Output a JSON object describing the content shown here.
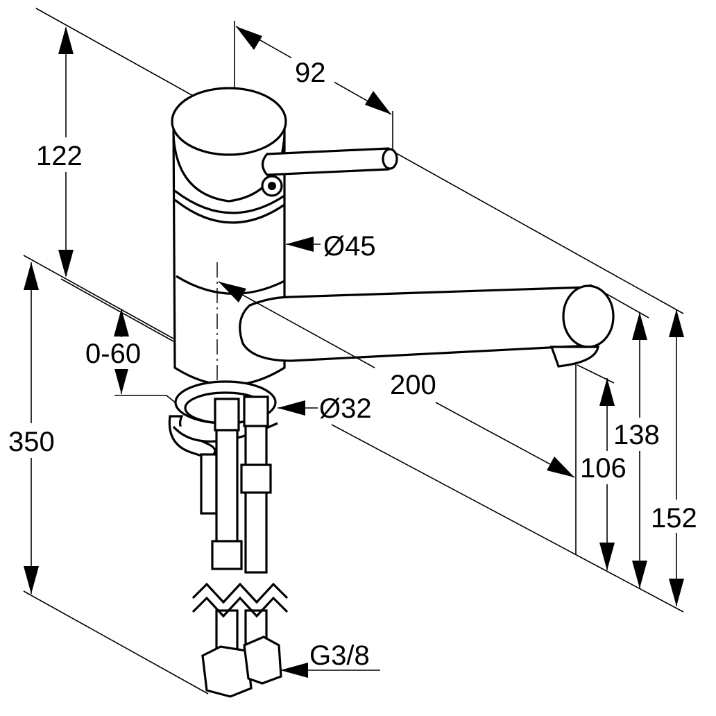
{
  "dimensions": {
    "height_top": "122",
    "lever_offset": "92",
    "body_diameter": "Ø45",
    "adjust_range": "0-60",
    "spout_reach": "200",
    "base_diameter": "Ø32",
    "total_height": "350",
    "spout_height_outlet": "106",
    "spout_height_mid": "138",
    "spout_height_top": "152",
    "connection_thread": "G3/8"
  }
}
